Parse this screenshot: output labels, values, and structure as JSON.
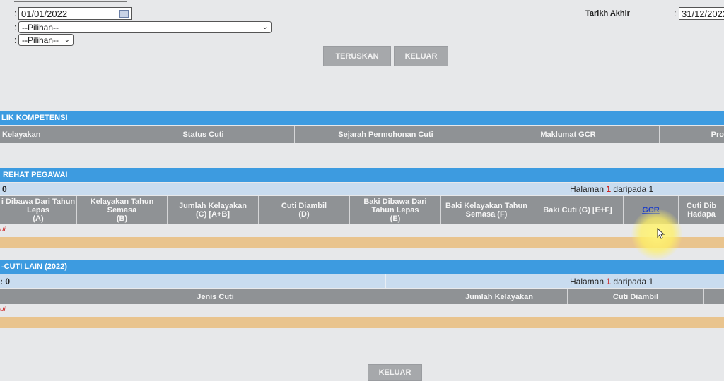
{
  "filters": {
    "tarikh_mula": "01/01/2022",
    "tarikh_akhir_label": "Tarikh Akhir",
    "tarikh_akhir": "31/12/2022",
    "colon": ":",
    "select1": "--Pilihan--",
    "select2": "--Pilihan--",
    "teruskan": "TERUSKAN",
    "keluar": "KELUAR"
  },
  "section1": {
    "title": "LIK KOMPETENSI",
    "tabs": [
      "Kelayakan",
      "Status Cuti",
      "Sejarah Permohonan Cuti",
      "Maklumat GCR",
      "Pro"
    ]
  },
  "section2": {
    "title": "REHAT PEGAWAI",
    "count": "0",
    "halaman": "Halaman",
    "page": "1",
    "daripada": "daripada 1",
    "columns": [
      "i Dibawa Dari Tahun\nLepas\n(A)",
      "Kelayakan Tahun\nSemasa\n(B)",
      "Jumlah Kelayakan\n(C) [A+B]",
      "Cuti Diambil\n(D)",
      "Baki Dibawa Dari\nTahun Lepas\n(E)",
      "Baki Kelayakan Tahun\nSemasa  (F)",
      "Baki Cuti  (G) [E+F]",
      "GCR",
      "Cuti Dib\nHadapa"
    ],
    "note": "ui"
  },
  "section3": {
    "title": "-CUTI LAIN  (2022)",
    "count": ": 0",
    "halaman": "Halaman",
    "page": "1",
    "daripada": "daripada 1",
    "columns": [
      "Jenis Cuti",
      "Jumlah Kelayakan",
      "Cuti Diambil"
    ],
    "note": "ui"
  },
  "footer": {
    "keluar": "KELUAR"
  }
}
